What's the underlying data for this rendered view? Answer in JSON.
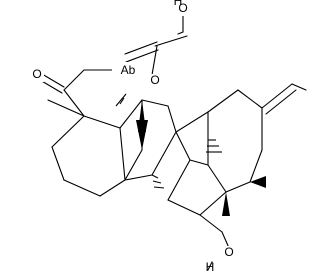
{
  "atom_labels": {
    "carboxyl_O": "O",
    "carboxyl_H": "H",
    "lactone_O": "O",
    "ring_O": "O",
    "hydroxyl_O": "O",
    "hydroxyl_H": "H"
  },
  "methyl_abbrev": "Ab",
  "colors": {
    "bond": "#000000",
    "background": "#ffffff"
  }
}
